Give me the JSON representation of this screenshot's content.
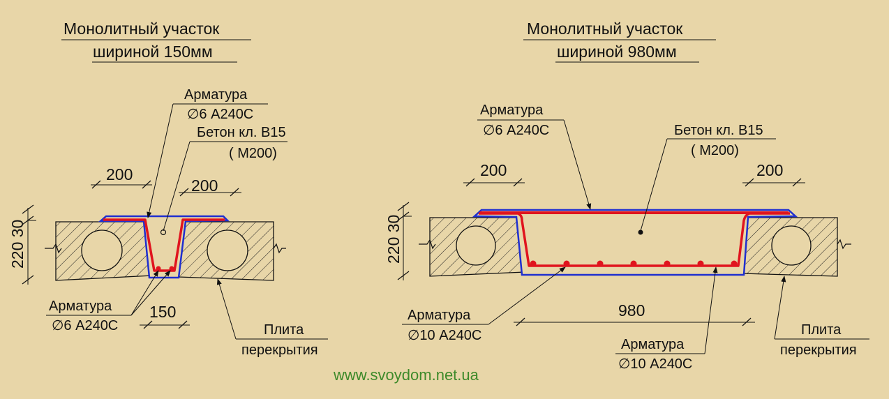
{
  "left": {
    "title_line1": "Монолитный участок",
    "title_line2": "шириной 150мм",
    "rebar_top_label": "Арматура",
    "rebar_top_spec": "∅6 А240С",
    "concrete_label": "Бетон кл. В15",
    "concrete_grade": "( М200)",
    "dim_left": "200",
    "dim_right": "200",
    "dim_bottom": "150",
    "height_dims": "220 30",
    "rebar_bottom_label": "Арматура",
    "rebar_bottom_spec": "∅6 А240С",
    "slab_label_line1": "Плита",
    "slab_label_line2": "перекрытия"
  },
  "right": {
    "title_line1": "Монолитный участок",
    "title_line2": "шириной 980мм",
    "rebar_top_label": "Арматура",
    "rebar_top_spec": "∅6 А240С",
    "concrete_label": "Бетон кл. В15",
    "concrete_grade": "( М200)",
    "dim_left": "200",
    "dim_right": "200",
    "dim_bottom": "980",
    "height_dims": "220 30",
    "rebar_left_label": "Арматура",
    "rebar_left_spec": "∅10 А240С",
    "rebar_bottom_label": "Арматура",
    "rebar_bottom_spec": "∅10 А240С",
    "slab_label_line1": "Плита",
    "slab_label_line2": "перекрытия"
  },
  "watermark": "www.svoydom.net.ua",
  "colors": {
    "background": "#e8d6a8",
    "rebar": "#e0141e",
    "formwork": "#1f2fd0",
    "lines": "#111111",
    "watermark": "#3e8a2a"
  }
}
